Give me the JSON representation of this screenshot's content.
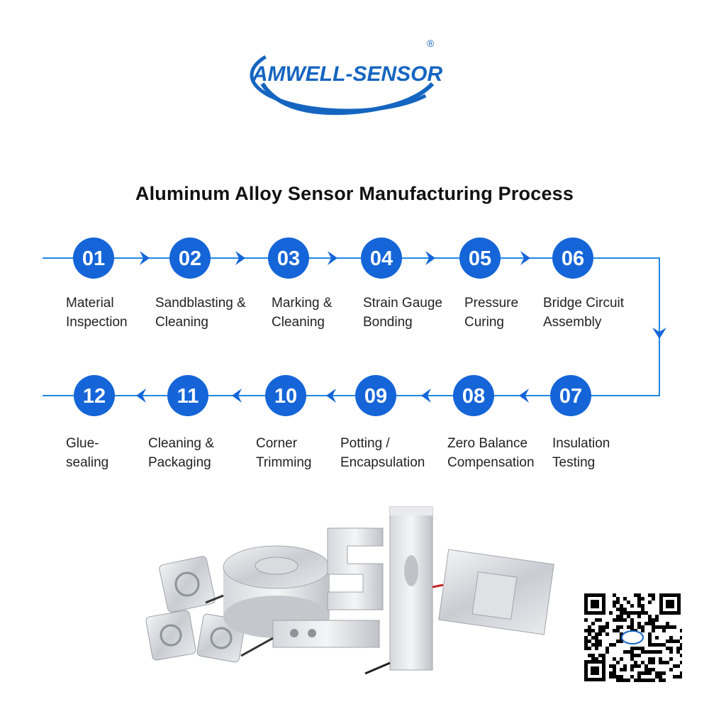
{
  "brand": {
    "logo_text": "AMWELL-SENSOR",
    "registered_mark": "®",
    "color_blue": "#1565c0",
    "color_dark": "#0d3c8c"
  },
  "title": "Aluminum Alloy Sensor Manufacturing Process",
  "flow_color": "#1e88e5",
  "circle_color": "#1565d8",
  "steps": [
    {
      "num": "01",
      "line1": "Material",
      "line2": "Inspection"
    },
    {
      "num": "02",
      "line1": "Sandblasting &",
      "line2": "Cleaning"
    },
    {
      "num": "03",
      "line1": "Marking &",
      "line2": "Cleaning"
    },
    {
      "num": "04",
      "line1": "Strain Gauge",
      "line2": "Bonding"
    },
    {
      "num": "05",
      "line1": "Pressure",
      "line2": "Curing"
    },
    {
      "num": "06",
      "line1": "Bridge Circuit",
      "line2": "Assembly"
    },
    {
      "num": "07",
      "line1": "Insulation",
      "line2": "Testing"
    },
    {
      "num": "08",
      "line1": "Zero Balance",
      "line2": "Compensation"
    },
    {
      "num": "09",
      "line1": "Potting /",
      "line2": "Encapsulation"
    },
    {
      "num": "10",
      "line1": "Corner",
      "line2": "Trimming"
    },
    {
      "num": "11",
      "line1": "Cleaning &",
      "line2": "Packaging"
    },
    {
      "num": "12",
      "line1": "Glue-",
      "line2": "sealing"
    }
  ]
}
